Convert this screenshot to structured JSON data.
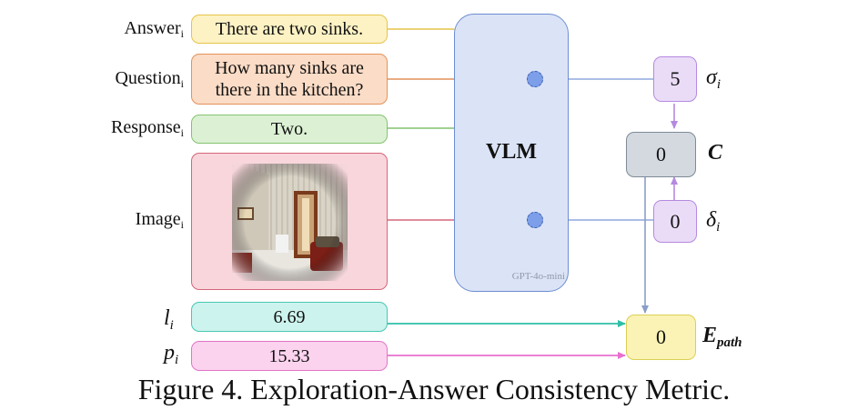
{
  "labels": {
    "answer": "Answer",
    "question": "Question",
    "response": "Response",
    "image": "Image",
    "subscript": "i"
  },
  "inputs": {
    "answer_text": "There are two sinks.",
    "question_line1": "How many sinks are",
    "question_line2": "there in the kitchen?",
    "response_text": "Two.",
    "l_value": "6.69",
    "p_value": "15.33"
  },
  "symbols": {
    "l": "l",
    "p": "p",
    "sigma": "σ",
    "delta": "δ",
    "c": "C",
    "e": "E",
    "e_sub": "path",
    "sub": "i"
  },
  "vlm": {
    "title": "VLM",
    "model": "GPT-4o-mini"
  },
  "scores": {
    "sigma_value": "5",
    "c_value": "0",
    "delta_value": "0",
    "e_value": "0"
  },
  "caption": "Figure 4. Exploration-Answer Consistency Metric.",
  "colors": {
    "answer": "#e6c44a",
    "question": "#e3925a",
    "response": "#84c26f",
    "image": "#d6667a",
    "l_line": "#2fbfa6",
    "p_line": "#e86fcf",
    "vlm_line": "#8fa9dd",
    "score_line": "#b48ae0",
    "c_line": "#8a9fc7"
  },
  "icons": [
    "kitchen-photo",
    "vlm-node"
  ]
}
